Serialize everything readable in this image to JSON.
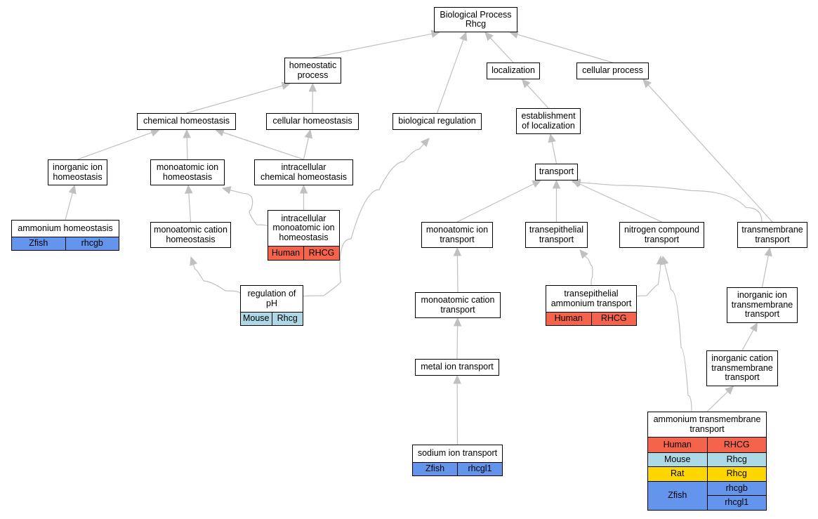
{
  "colors": {
    "Human": "#f4634a",
    "Mouse": "#add8e6",
    "Rat": "#ffd700",
    "Zfish": "#6495ed",
    "edge": "#c0c0c0",
    "border": "#000000"
  },
  "nodes": [
    {
      "id": "biological-process",
      "label": "Biological Process\nRhcg"
    },
    {
      "id": "homeostatic-process",
      "label": "homeostatic\nprocess"
    },
    {
      "id": "localization",
      "label": "localization"
    },
    {
      "id": "cellular-process",
      "label": "cellular process"
    },
    {
      "id": "chemical-homeostasis",
      "label": "chemical homeostasis"
    },
    {
      "id": "cellular-homeostasis",
      "label": "cellular homeostasis"
    },
    {
      "id": "biological-regulation",
      "label": "biological regulation"
    },
    {
      "id": "establishment-of-localization",
      "label": "establishment\nof localization"
    },
    {
      "id": "inorganic-ion-homeostasis",
      "label": "inorganic ion\nhomeostasis"
    },
    {
      "id": "monoatomic-ion-homeostasis",
      "label": "monoatomic ion\nhomeostasis"
    },
    {
      "id": "intracellular-chemical-homeostasis",
      "label": "intracellular\nchemical homeostasis"
    },
    {
      "id": "transport",
      "label": "transport"
    },
    {
      "id": "ammonium-homeostasis",
      "label": "ammonium homeostasis",
      "orthologs": [
        {
          "species": "Zfish",
          "genes": [
            "rhcgb"
          ]
        }
      ]
    },
    {
      "id": "monoatomic-cation-homeostasis",
      "label": "monoatomic cation\nhomeostasis"
    },
    {
      "id": "intracellular-monoatomic-ion-homeostasis",
      "label": "intracellular\nmonoatomic ion\nhomeostasis",
      "orthologs": [
        {
          "species": "Human",
          "genes": [
            "RHCG"
          ]
        }
      ]
    },
    {
      "id": "monoatomic-ion-transport",
      "label": "monoatomic ion\ntransport"
    },
    {
      "id": "transepithelial-transport",
      "label": "transepithelial\ntransport"
    },
    {
      "id": "nitrogen-compound-transport",
      "label": "nitrogen compound\ntransport"
    },
    {
      "id": "transmembrane-transport",
      "label": "transmembrane\ntransport"
    },
    {
      "id": "regulation-of-ph",
      "label": "regulation of\npH",
      "orthologs": [
        {
          "species": "Mouse",
          "genes": [
            "Rhcg"
          ]
        }
      ]
    },
    {
      "id": "monoatomic-cation-transport",
      "label": "monoatomic cation\ntransport"
    },
    {
      "id": "transepithelial-ammonium-transport",
      "label": "transepithelial\nammonium transport",
      "orthologs": [
        {
          "species": "Human",
          "genes": [
            "RHCG"
          ]
        }
      ]
    },
    {
      "id": "inorganic-ion-transmembrane-transport",
      "label": "inorganic ion\ntransmembrane\ntransport"
    },
    {
      "id": "metal-ion-transport",
      "label": "metal ion transport"
    },
    {
      "id": "inorganic-cation-transmembrane-transport",
      "label": "inorganic cation\ntransmembrane\ntransport"
    },
    {
      "id": "sodium-ion-transport",
      "label": "sodium ion transport",
      "orthologs": [
        {
          "species": "Zfish",
          "genes": [
            "rhcgl1"
          ]
        }
      ]
    },
    {
      "id": "ammonium-transmembrane-transport",
      "label": "ammonium transmembrane\ntransport",
      "orthologs": [
        {
          "species": "Human",
          "genes": [
            "RHCG"
          ]
        },
        {
          "species": "Mouse",
          "genes": [
            "Rhcg"
          ]
        },
        {
          "species": "Rat",
          "genes": [
            "Rhcg"
          ]
        },
        {
          "species": "Zfish",
          "genes": [
            "rhcgb",
            "rhcgl1"
          ]
        }
      ]
    }
  ],
  "edges": [
    {
      "from": "homeostatic-process",
      "to": "biological-process"
    },
    {
      "from": "biological-regulation",
      "to": "biological-process"
    },
    {
      "from": "localization",
      "to": "biological-process"
    },
    {
      "from": "cellular-process",
      "to": "biological-process"
    },
    {
      "from": "chemical-homeostasis",
      "to": "homeostatic-process"
    },
    {
      "from": "cellular-homeostasis",
      "to": "homeostatic-process"
    },
    {
      "from": "establishment-of-localization",
      "to": "localization"
    },
    {
      "from": "inorganic-ion-homeostasis",
      "to": "chemical-homeostasis"
    },
    {
      "from": "monoatomic-ion-homeostasis",
      "to": "chemical-homeostasis"
    },
    {
      "from": "intracellular-chemical-homeostasis",
      "to": "chemical-homeostasis"
    },
    {
      "from": "intracellular-chemical-homeostasis",
      "to": "cellular-homeostasis"
    },
    {
      "from": "transport",
      "to": "establishment-of-localization"
    },
    {
      "from": "ammonium-homeostasis",
      "to": "inorganic-ion-homeostasis"
    },
    {
      "from": "monoatomic-cation-homeostasis",
      "to": "monoatomic-ion-homeostasis"
    },
    {
      "from": "intracellular-monoatomic-ion-homeostasis",
      "to": "monoatomic-ion-homeostasis"
    },
    {
      "from": "intracellular-monoatomic-ion-homeostasis",
      "to": "intracellular-chemical-homeostasis"
    },
    {
      "from": "regulation-of-ph",
      "to": "monoatomic-cation-homeostasis"
    },
    {
      "from": "regulation-of-ph",
      "to": "biological-regulation"
    },
    {
      "from": "monoatomic-ion-transport",
      "to": "transport"
    },
    {
      "from": "transepithelial-transport",
      "to": "transport"
    },
    {
      "from": "nitrogen-compound-transport",
      "to": "transport"
    },
    {
      "from": "transmembrane-transport",
      "to": "transport"
    },
    {
      "from": "transmembrane-transport",
      "to": "cellular-process"
    },
    {
      "from": "monoatomic-cation-transport",
      "to": "monoatomic-ion-transport"
    },
    {
      "from": "transepithelial-ammonium-transport",
      "to": "transepithelial-transport"
    },
    {
      "from": "transepithelial-ammonium-transport",
      "to": "nitrogen-compound-transport"
    },
    {
      "from": "inorganic-ion-transmembrane-transport",
      "to": "transmembrane-transport"
    },
    {
      "from": "metal-ion-transport",
      "to": "monoatomic-cation-transport"
    },
    {
      "from": "inorganic-cation-transmembrane-transport",
      "to": "inorganic-ion-transmembrane-transport"
    },
    {
      "from": "sodium-ion-transport",
      "to": "metal-ion-transport"
    },
    {
      "from": "ammonium-transmembrane-transport",
      "to": "inorganic-cation-transmembrane-transport"
    },
    {
      "from": "ammonium-transmembrane-transport",
      "to": "nitrogen-compound-transport"
    }
  ]
}
